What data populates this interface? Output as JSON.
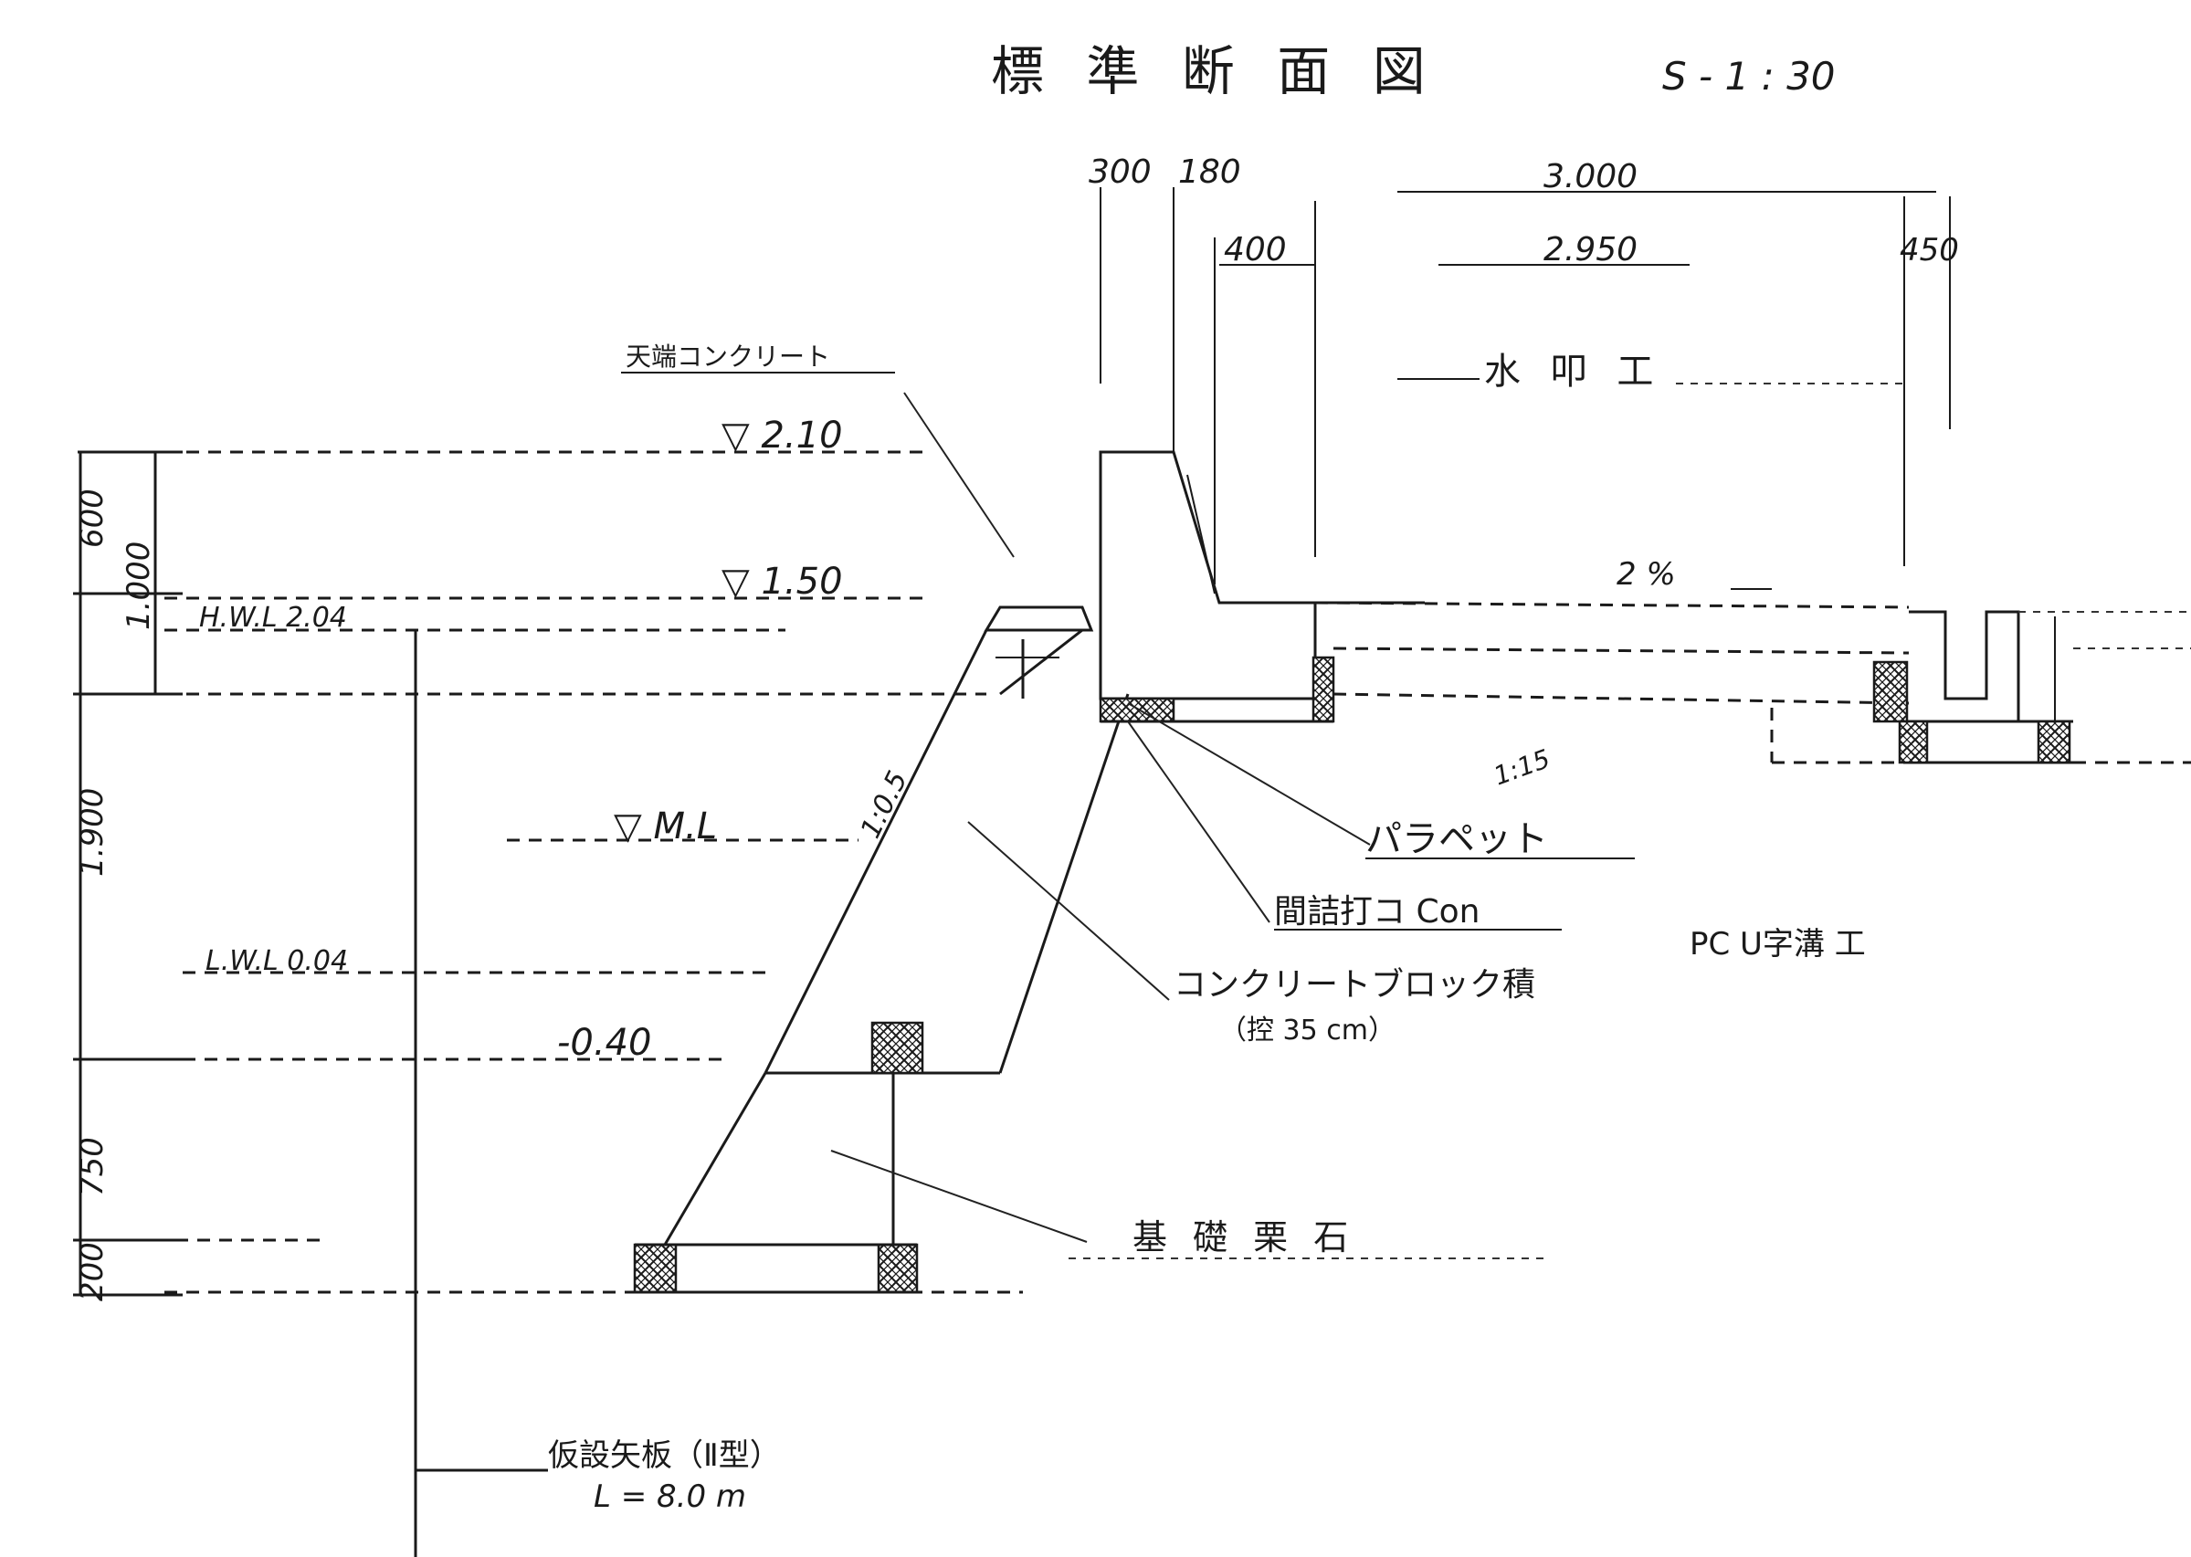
{
  "title": "標 準 断 面 図",
  "scale": "S - 1 : 30",
  "dimensions_top": {
    "d1": "300",
    "d2": "180",
    "d3": "3.000",
    "d4": "400",
    "d5": "2.950",
    "d6": "450"
  },
  "dimensions_left": {
    "d600": "600",
    "d1000": "1.000",
    "d1900": "1.900",
    "d750": "750",
    "d200": "200"
  },
  "levels": {
    "crest_note": "天端コンクリート",
    "crest": "▽ 2.10",
    "hwl_value": "▽ 1.50",
    "hwl_label": "H.W.L 2.04",
    "mean": "▽ M.L",
    "lwl": "L.W.L  0.04",
    "bottom": "-0.40"
  },
  "slope_label": "1:0.5",
  "gradient_label": "1:15",
  "slope_mark": "2 %",
  "labels": {
    "mizutataki": "水 叩 工",
    "parapet": "パラペット",
    "kairaku": "間詰打コ Con",
    "concrete_block": "コンクリートブロック積",
    "concrete_block_sub": "（控 35 cm）",
    "rubble": "基 礎 栗 石",
    "sheet_pile": "仮設矢板（Ⅱ型）",
    "sheet_pile_len": "L = 8.0 m",
    "right_note": "PC U字溝 工"
  }
}
